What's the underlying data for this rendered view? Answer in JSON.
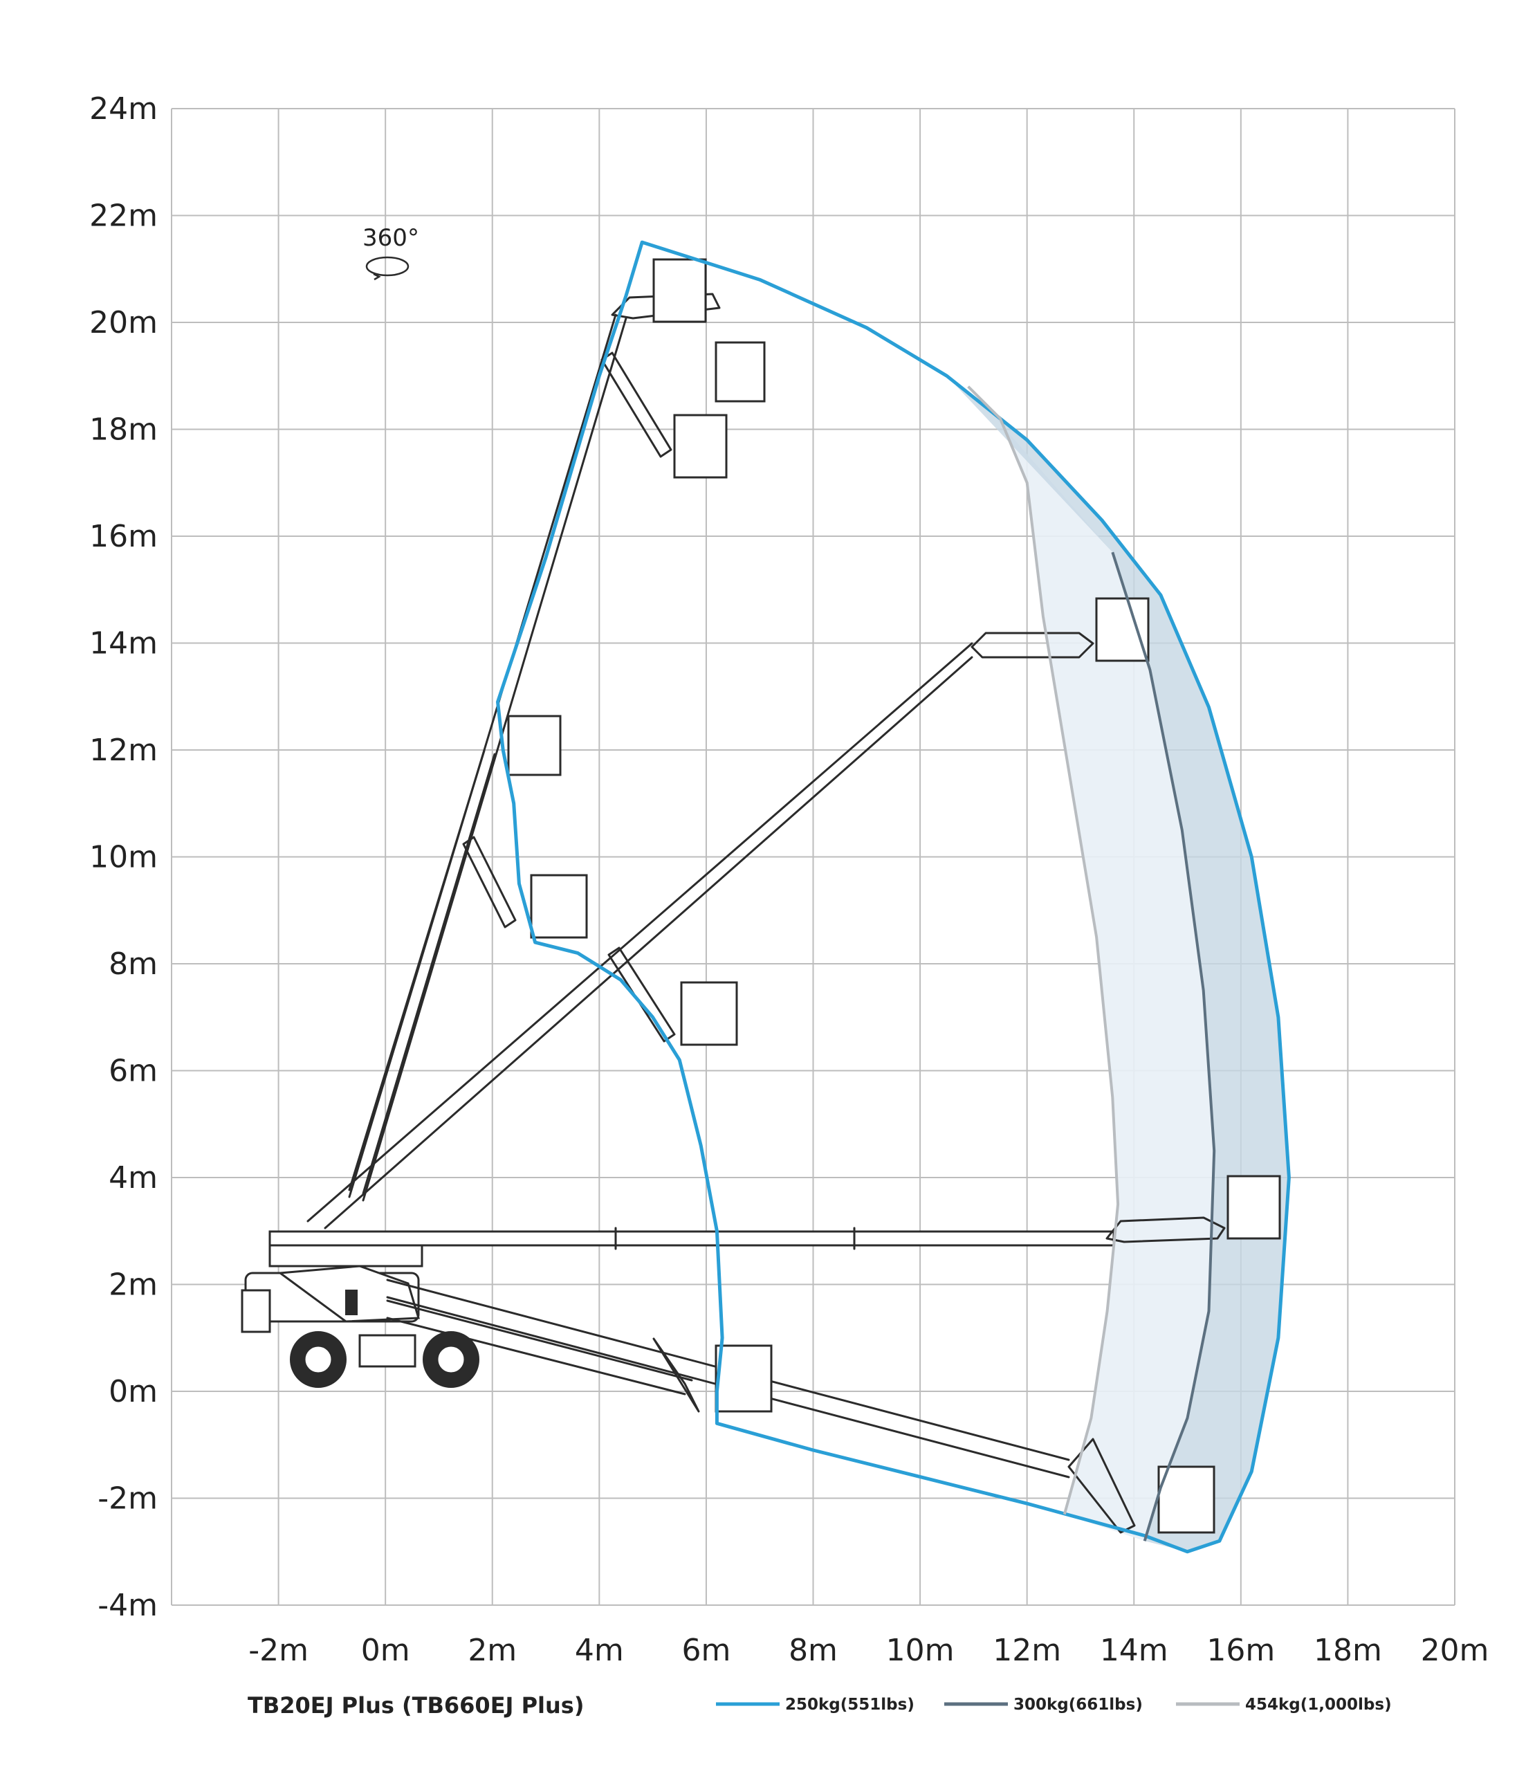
{
  "title": "TB20EJ Plus (TB660EJ Plus)",
  "rotation_label": "360°",
  "legend": [
    {
      "label": "250kg(551lbs)",
      "color": "#2a9fd6"
    },
    {
      "label": "300kg(661lbs)",
      "color": "#5c7080"
    },
    {
      "label": "454kg(1,000lbs)",
      "color": "#b8bcc0"
    }
  ],
  "colors": {
    "grid": "#bdbdbd",
    "zone_light": "#e8f0f6",
    "zone_dark": "#c5d7e3",
    "machine": "#2b2b2b"
  },
  "icons": [
    "rotation-icon",
    "aerial-lift-machine-icon",
    "work-platform-icon"
  ],
  "chart_data": {
    "type": "area",
    "x_tick_labels": [
      "-2m",
      "0m",
      "2m",
      "4m",
      "6m",
      "8m",
      "10m",
      "12m",
      "14m",
      "16m",
      "18m",
      "20m"
    ],
    "y_tick_labels": [
      "24m",
      "22m",
      "20m",
      "18m",
      "16m",
      "14m",
      "12m",
      "10m",
      "8m",
      "6m",
      "4m",
      "2m",
      "0m",
      "-2m",
      "-4m"
    ],
    "xlim": [
      -4,
      20
    ],
    "ylim": [
      -4,
      24
    ],
    "grid": true,
    "legend_position": "bottom",
    "series": [
      {
        "name": "250kg(551lbs)",
        "color": "#2a9fd6",
        "points": [
          [
            4.8,
            21.5
          ],
          [
            7,
            20.8
          ],
          [
            9,
            19.9
          ],
          [
            10.5,
            19
          ],
          [
            12,
            17.8
          ],
          [
            13.4,
            16.3
          ],
          [
            14.5,
            14.9
          ],
          [
            15.4,
            12.8
          ],
          [
            16.2,
            10
          ],
          [
            16.7,
            7
          ],
          [
            16.9,
            4
          ],
          [
            16.7,
            1
          ],
          [
            16.2,
            -1.5
          ],
          [
            15.6,
            -2.8
          ],
          [
            15,
            -3
          ],
          [
            14.2,
            -2.7
          ],
          [
            12,
            -2.1
          ],
          [
            10,
            -1.6
          ],
          [
            8,
            -1.1
          ],
          [
            6.2,
            -0.6
          ],
          [
            6.2,
            0
          ],
          [
            6.3,
            1
          ],
          [
            6.2,
            3
          ],
          [
            5.9,
            4.6
          ],
          [
            5.5,
            6.2
          ],
          [
            5,
            7
          ],
          [
            4.4,
            7.7
          ],
          [
            3.6,
            8.2
          ],
          [
            2.8,
            8.4
          ],
          [
            2.5,
            9.5
          ],
          [
            2.4,
            11
          ],
          [
            2.2,
            12
          ],
          [
            2.1,
            12.9
          ],
          [
            3,
            15.6
          ],
          [
            4,
            19
          ],
          [
            4.5,
            20.5
          ],
          [
            4.8,
            21.5
          ]
        ]
      },
      {
        "name": "300kg(661lbs)",
        "color": "#5c7080",
        "points": [
          [
            13.6,
            15.7
          ],
          [
            14.3,
            13.5
          ],
          [
            14.9,
            10.5
          ],
          [
            15.3,
            7.5
          ],
          [
            15.5,
            4.5
          ],
          [
            15.4,
            1.5
          ],
          [
            15,
            -0.5
          ],
          [
            14.5,
            -1.8
          ],
          [
            14.2,
            -2.8
          ]
        ]
      },
      {
        "name": "454kg(1,000lbs)",
        "color": "#b8bcc0",
        "points": [
          [
            10.9,
            18.8
          ],
          [
            11.5,
            18.2
          ],
          [
            12,
            17
          ],
          [
            12.3,
            14.5
          ],
          [
            12.8,
            11.5
          ],
          [
            13.3,
            8.5
          ],
          [
            13.6,
            5.5
          ],
          [
            13.7,
            3.5
          ],
          [
            13.5,
            1.5
          ],
          [
            13.2,
            -0.5
          ],
          [
            12.7,
            -2.3
          ]
        ]
      }
    ]
  }
}
